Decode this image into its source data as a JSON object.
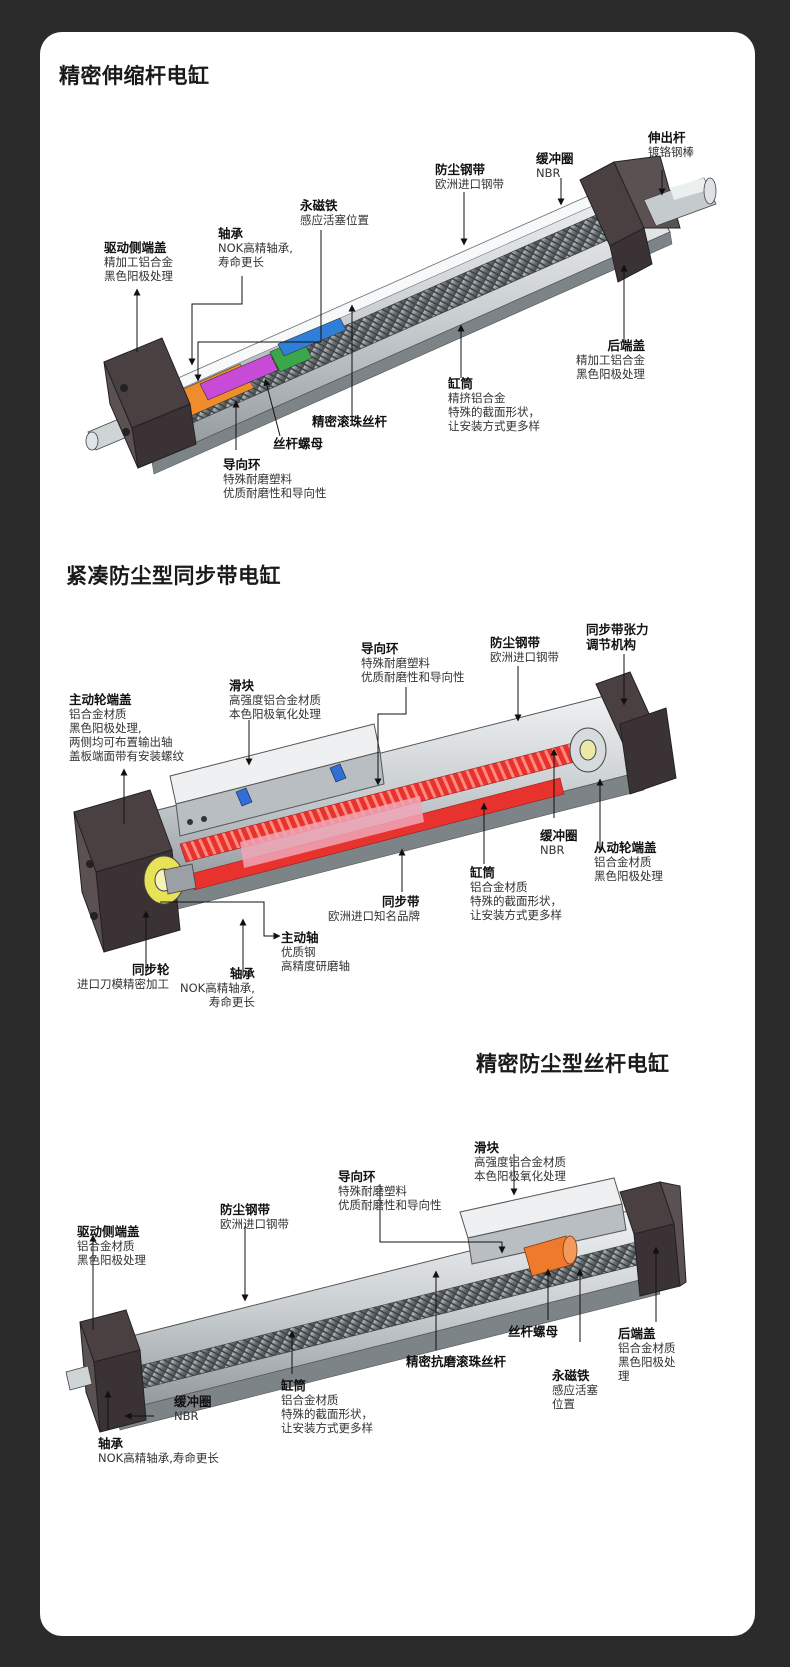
{
  "sections": [
    {
      "title": "精密伸缩杆电缸",
      "callouts": [
        {
          "heading": "伸出杆",
          "lines": [
            "镀铬钢棒"
          ]
        },
        {
          "heading": "缓冲圈",
          "lines": [
            "NBR"
          ]
        },
        {
          "heading": "防尘钢带",
          "lines": [
            "欧洲进口钢带"
          ]
        },
        {
          "heading": "永磁铁",
          "lines": [
            "感应活塞位置"
          ]
        },
        {
          "heading": "轴承",
          "lines": [
            "NOK高精轴承,",
            "寿命更长"
          ]
        },
        {
          "heading": "驱动侧端盖",
          "lines": [
            "精加工铝合金",
            "黑色阳极处理"
          ]
        },
        {
          "heading": "后端盖",
          "lines": [
            "精加工铝合金",
            "黑色阳极处理"
          ]
        },
        {
          "heading": "缸筒",
          "lines": [
            "精挤铝合金",
            "特殊的截面形状，",
            "让安装方式更多样"
          ]
        },
        {
          "heading": "精密滚珠丝杆",
          "lines": []
        },
        {
          "heading": "丝杆螺母",
          "lines": []
        },
        {
          "heading": "导向环",
          "lines": [
            "特殊耐磨塑料",
            "优质耐磨性和导向性"
          ]
        }
      ]
    },
    {
      "title": "紧凑防尘型同步带电缸",
      "callouts": [
        {
          "heading": "同步带张力",
          "lines": [
            "调节机构"
          ]
        },
        {
          "heading": "防尘钢带",
          "lines": [
            "欧洲进口钢带"
          ]
        },
        {
          "heading": "导向环",
          "lines": [
            "特殊耐磨塑料",
            "优质耐磨性和导向性"
          ]
        },
        {
          "heading": "滑块",
          "lines": [
            "高强度铝合金材质",
            "本色阳极氧化处理"
          ]
        },
        {
          "heading": "主动轮端盖",
          "lines": [
            "铝合金材质",
            "黑色阳极处理,",
            "两侧均可布置输出轴",
            "盖板端面带有安装螺纹"
          ]
        },
        {
          "heading": "缓冲圈",
          "lines": [
            "NBR"
          ]
        },
        {
          "heading": "从动轮端盖",
          "lines": [
            "铝合金材质",
            "黑色阳极处理"
          ]
        },
        {
          "heading": "缸筒",
          "lines": [
            "铝合金材质",
            "特殊的截面形状，",
            "让安装方式更多样"
          ]
        },
        {
          "heading": "同步带",
          "lines": [
            "欧洲进口知名品牌"
          ]
        },
        {
          "heading": "主动轴",
          "lines": [
            "优质钢",
            "高精度研磨轴"
          ]
        },
        {
          "heading": "同步轮",
          "lines": [
            "进口刀模精密加工"
          ]
        },
        {
          "heading": "轴承",
          "lines": [
            "NOK高精轴承,",
            "寿命更长"
          ]
        }
      ]
    },
    {
      "title": "精密防尘型丝杆电缸",
      "callouts": [
        {
          "heading": "滑块",
          "lines": [
            "高强度铝合金材质",
            "本色阳极氧化处理"
          ]
        },
        {
          "heading": "导向环",
          "lines": [
            "特殊耐磨塑料",
            "优质耐磨性和导向性"
          ]
        },
        {
          "heading": "防尘钢带",
          "lines": [
            "欧洲进口钢带"
          ]
        },
        {
          "heading": "驱动侧端盖",
          "lines": [
            "铝合金材质",
            "黑色阳极处理"
          ]
        },
        {
          "heading": "丝杆螺母",
          "lines": []
        },
        {
          "heading": "后端盖",
          "lines": [
            "铝合金材质",
            "黑色阳极处",
            "理"
          ]
        },
        {
          "heading": "精密抗磨滚珠丝杆",
          "lines": []
        },
        {
          "heading": "永磁铁",
          "lines": [
            "感应活塞",
            "位置"
          ]
        },
        {
          "heading": "缸筒",
          "lines": [
            "铝合金材质",
            "特殊的截面形状，",
            "让安装方式更多样"
          ]
        },
        {
          "heading": "缓冲圈",
          "lines": [
            "NBR"
          ]
        },
        {
          "heading": "轴承",
          "lines": [
            "NOK高精轴承,寿命更长"
          ]
        }
      ]
    }
  ]
}
